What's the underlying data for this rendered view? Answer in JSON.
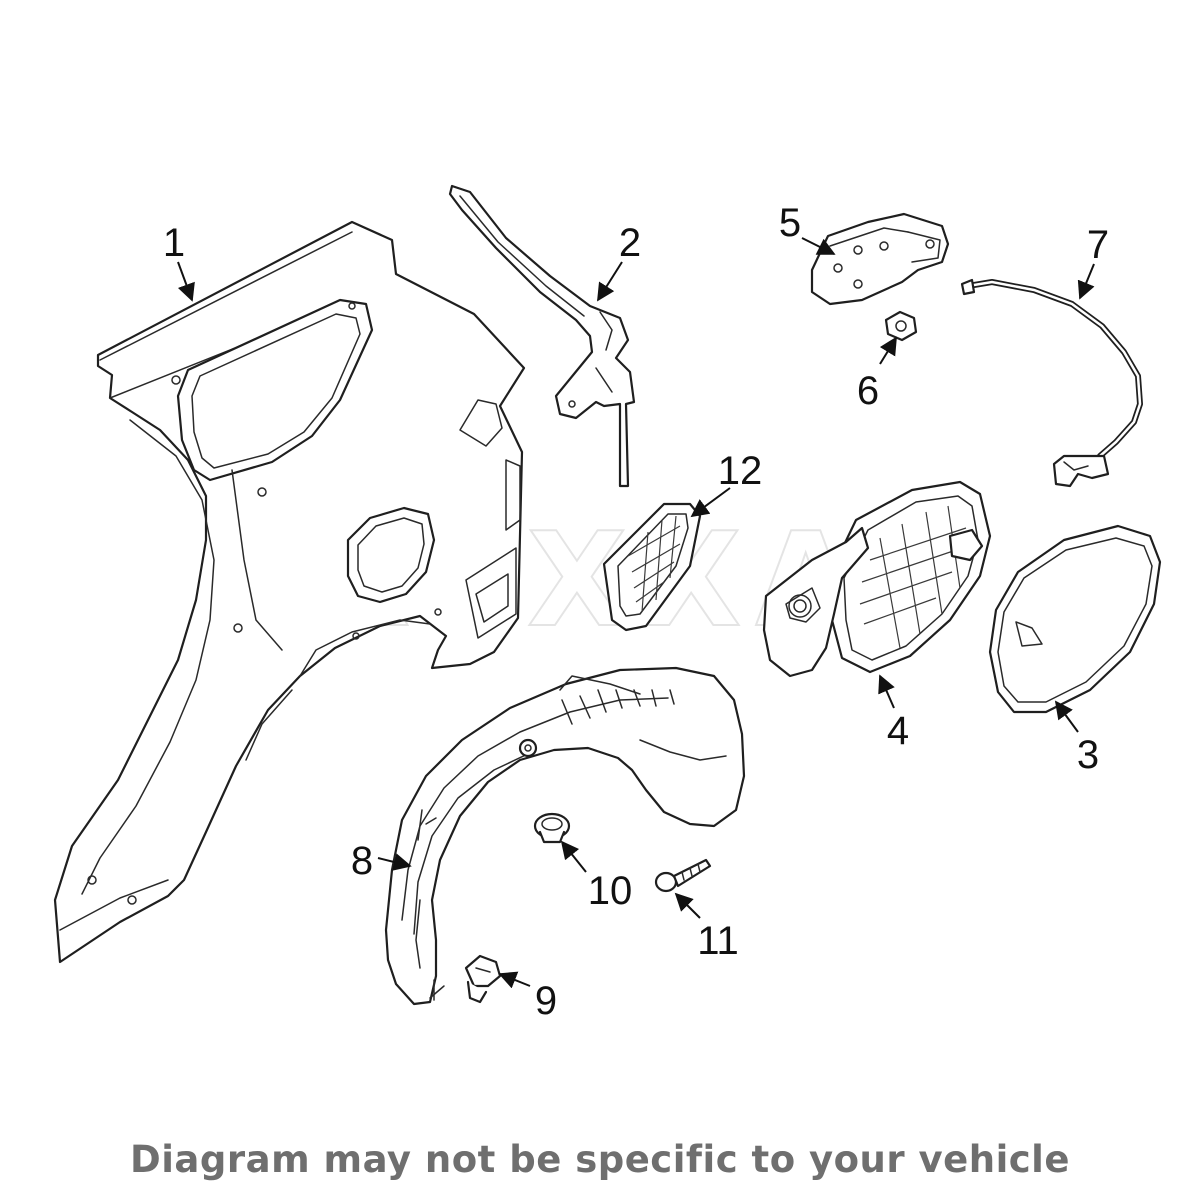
{
  "diagram": {
    "watermark": "REXXA",
    "disclaimer": "Diagram may not be specific to your vehicle",
    "callouts": [
      {
        "number": "1",
        "part": "quarter-panel"
      },
      {
        "number": "2",
        "part": "gutter-bracket"
      },
      {
        "number": "3",
        "part": "fuel-door"
      },
      {
        "number": "4",
        "part": "fuel-filler-housing"
      },
      {
        "number": "5",
        "part": "fuel-door-hinge"
      },
      {
        "number": "6",
        "part": "hinge-nut"
      },
      {
        "number": "7",
        "part": "release-cable"
      },
      {
        "number": "8",
        "part": "wheel-liner"
      },
      {
        "number": "9",
        "part": "push-clip"
      },
      {
        "number": "10",
        "part": "grommet"
      },
      {
        "number": "11",
        "part": "screw"
      },
      {
        "number": "12",
        "part": "vent-grille"
      }
    ]
  }
}
